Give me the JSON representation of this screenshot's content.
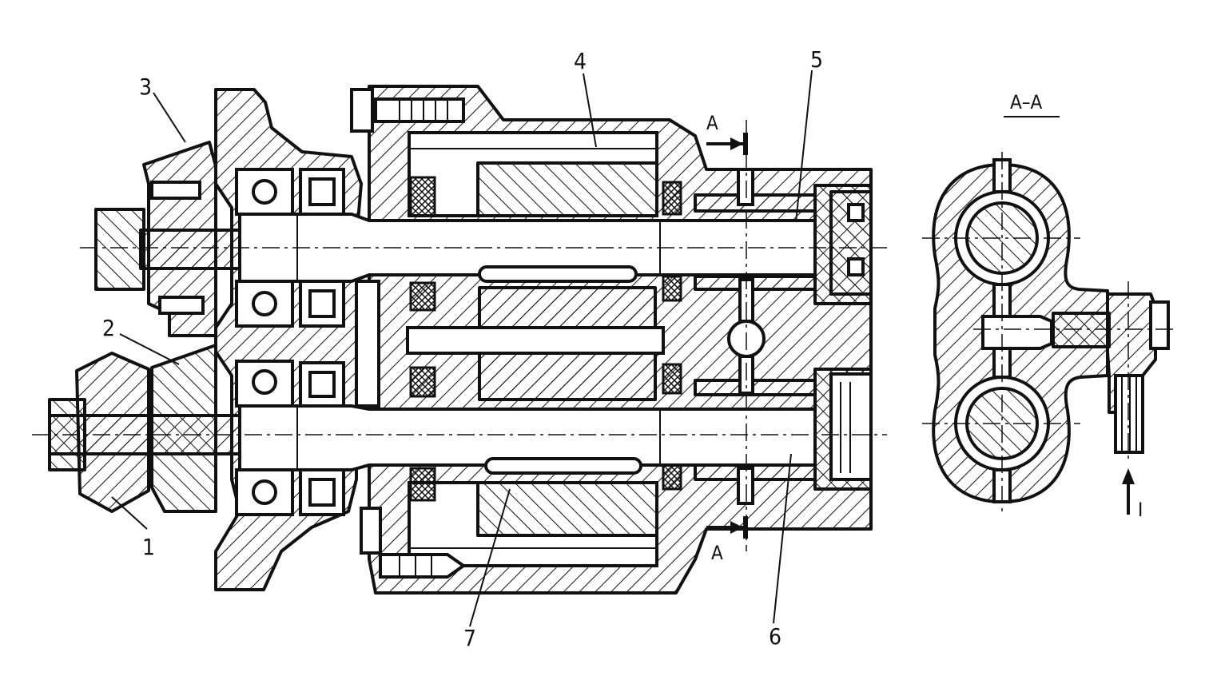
{
  "section_title": "A–A",
  "section_marks": [
    "A",
    "A"
  ],
  "callouts": [
    "1",
    "2",
    "3",
    "4",
    "5",
    "6",
    "7"
  ],
  "arrow_label": "I"
}
